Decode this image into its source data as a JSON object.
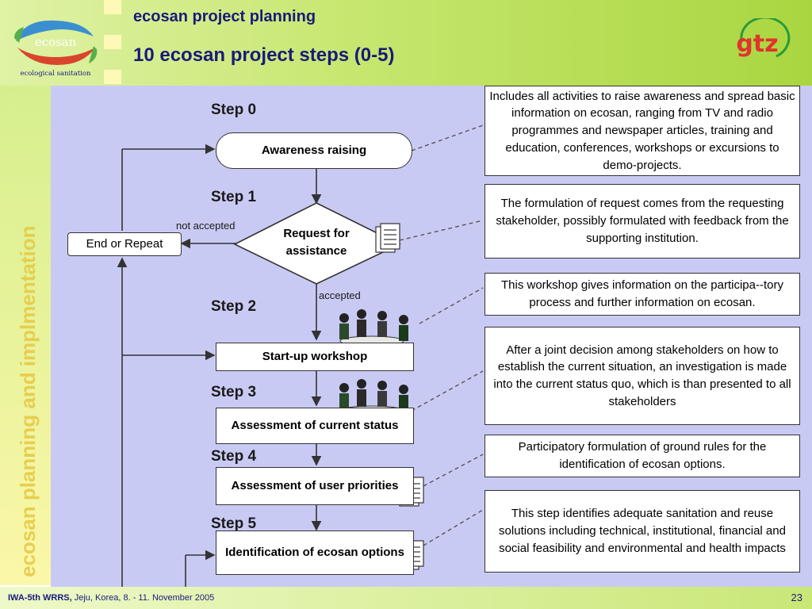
{
  "header": {
    "title_line1": "ecosan project planning",
    "title_line2": "10 ecosan project steps (0-5)",
    "logo_text": "ecosan",
    "logo_subtext": "ecological sanitation",
    "gtz_logo_text": "gtz"
  },
  "sidebar": {
    "vertical_text": "ecosan planning and implmentation"
  },
  "diagram": {
    "steps": [
      {
        "label": "Step 0",
        "box": "Awareness raising"
      },
      {
        "label": "Step 1",
        "box": "Request for assistance"
      },
      {
        "label": "Step 2",
        "box": "Start-up workshop"
      },
      {
        "label": "Step 3",
        "box": "Assessment of current status"
      },
      {
        "label": "Step 4",
        "box": "Assessment of user priorities"
      },
      {
        "label": "Step 5",
        "box": "Identification of ecosan options"
      }
    ],
    "end_box": "End or Repeat",
    "not_accepted_label": "not accepted",
    "accepted_label": "accepted",
    "descriptions": [
      "Includes all activities to raise awareness and spread basic information on ecosan, ranging from  TV and radio programmes and newspaper articles, training and education, conferences, workshops or excursions to demo-projects.",
      "The formulation of request comes from the requesting stakeholder, possibly formulated with feedback from the supporting institution.",
      "This workshop gives information on the participa--tory process and further information on ecosan.",
      "After a joint decision among stakeholders on how to establish the current situation, an investigation is made into the current status quo, which is than presented to all stakeholders",
      "Participatory formulation of ground rules for the identification of ecosan options.",
      "This step identifies adequate sanitation and reuse solutions including technical, institutional, financial and social feasibility and environmental and health impacts"
    ]
  },
  "footer": {
    "conference": "IWA-5th WRRS,",
    "details": " Jeju, Korea, 8. - 11. November 2005",
    "page_number": "23"
  },
  "colors": {
    "title_color": "#1a1a7a",
    "diagram_bg": "#c9caf4",
    "header_green": "#a9d640",
    "gtz_red": "#e0342c",
    "gtz_green": "#2a9a3a"
  }
}
